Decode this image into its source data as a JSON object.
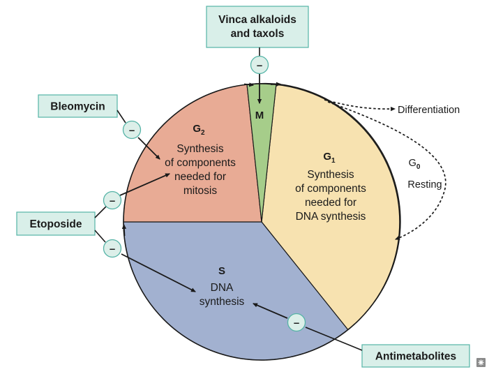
{
  "phases": {
    "m": {
      "title": "M",
      "color": "#a6cd8a"
    },
    "g1": {
      "title": "G",
      "subscript": "1",
      "lines": [
        "Synthesis",
        "of components",
        "needed for",
        "DNA synthesis"
      ],
      "color": "#f7e2b0"
    },
    "s": {
      "title": "S",
      "lines": [
        "DNA",
        "synthesis"
      ],
      "color": "#a2b1d0"
    },
    "g2": {
      "title": "G",
      "subscript": "2",
      "lines": [
        "Synthesis",
        "of components",
        "needed for",
        "mitosis"
      ],
      "color": "#e8ab95"
    }
  },
  "g0": {
    "title": "G",
    "subscript": "0",
    "label": "Resting"
  },
  "side_label": "Differentiation",
  "drugs": {
    "vinca": [
      "Vinca alkaloids",
      "and taxols"
    ],
    "bleomycin": "Bleomycin",
    "etoposide": "Etoposide",
    "antimetabolites": "Antimetabolites"
  },
  "inhibit_symbol": "–",
  "corner_icon": "asterisk-icon",
  "colors": {
    "box_fill": "#d9efe9",
    "box_stroke": "#54b3a6",
    "outline": "#1a1a1a"
  }
}
